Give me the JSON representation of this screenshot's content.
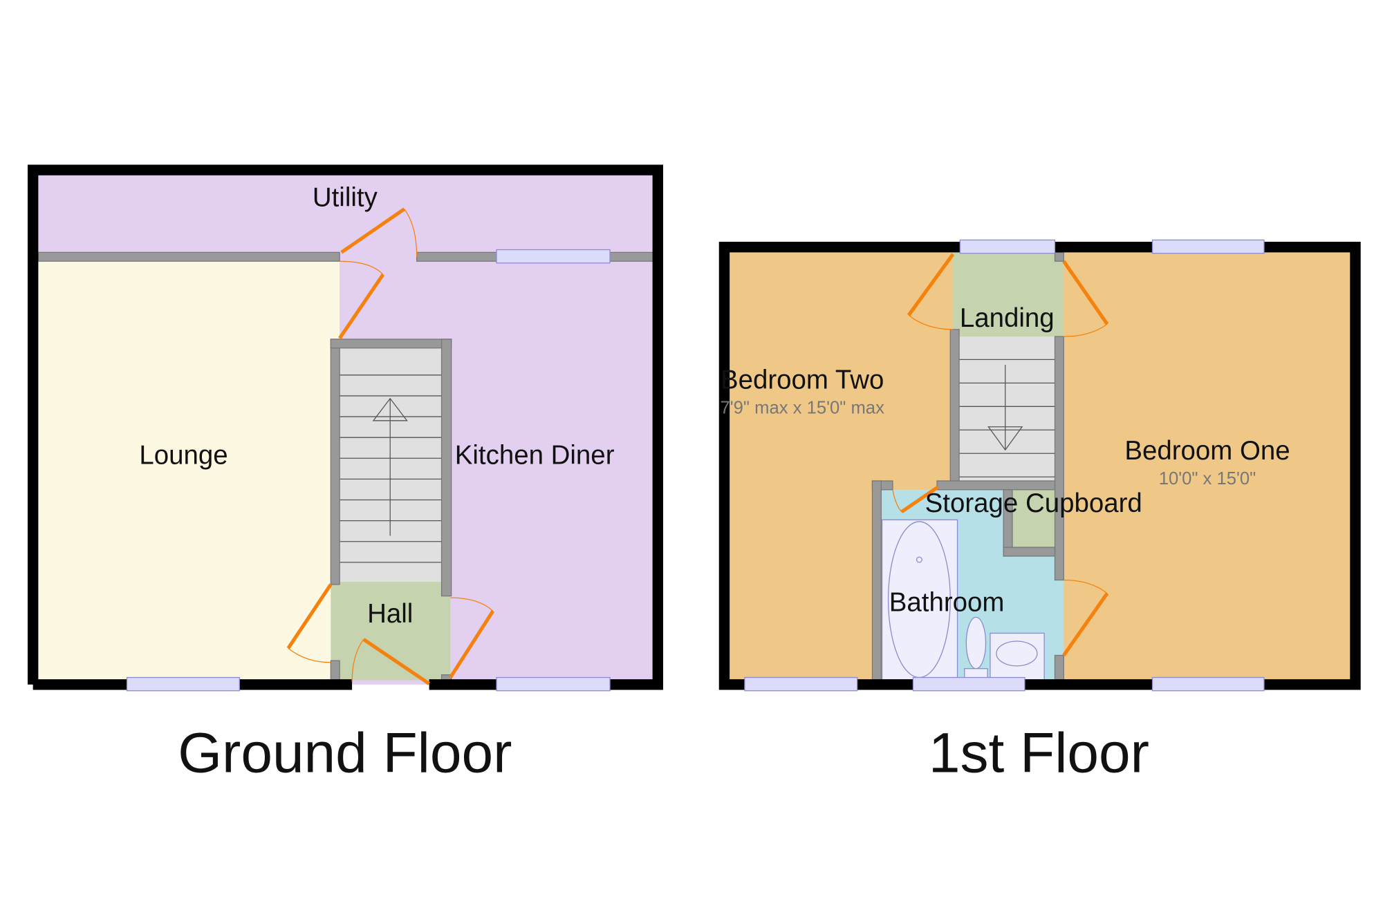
{
  "ground_floor": {
    "title": "Ground Floor",
    "rooms": {
      "utility": "Utility",
      "lounge": "Lounge",
      "kitchen_diner": "Kitchen Diner",
      "hall": "Hall"
    }
  },
  "first_floor": {
    "title": "1st Floor",
    "rooms": {
      "landing": "Landing",
      "bedroom_two": "Bedroom Two",
      "bedroom_two_dims": "7'9\" max x 15'0\" max",
      "bedroom_one": "Bedroom One",
      "bedroom_one_dims": "10'0\" x 15'0\"",
      "storage": "Storage Cupboard",
      "bathroom": "Bathroom"
    }
  },
  "colors": {
    "utility_kitchen": "#e3d0f0",
    "lounge": "#fdf8e1",
    "hall_landing": "#c5d4ae",
    "bedroom": "#efc888",
    "bathroom": "#b5e0e8",
    "door": "#f5820f",
    "wall": "#999999"
  }
}
